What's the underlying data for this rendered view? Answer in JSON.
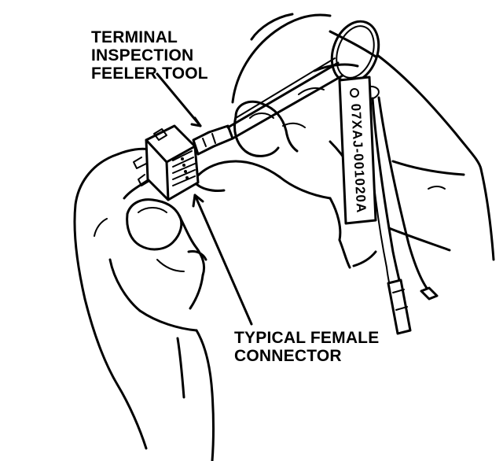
{
  "labels": {
    "feeler_tool_line1": "TERMINAL",
    "feeler_tool_line2": "INSPECTION",
    "feeler_tool_line3": "FEELER TOOL",
    "connector_line1": "TYPICAL FEMALE",
    "connector_line2": "CONNECTOR"
  },
  "tag": {
    "part_number": "07XAJ-001020A"
  },
  "colors": {
    "ink": "#000000",
    "paper": "#ffffff"
  }
}
